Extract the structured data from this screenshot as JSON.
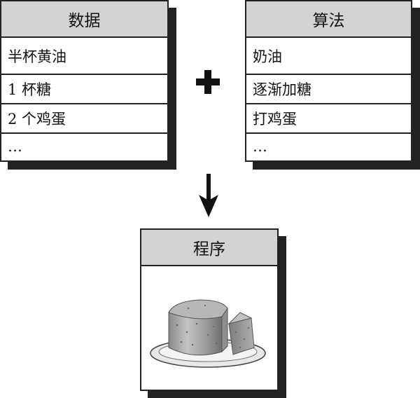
{
  "data_card": {
    "title": "数据",
    "rows": [
      "半杯黄油",
      "1 杯糖",
      "2 个鸡蛋",
      "…"
    ]
  },
  "algorithm_card": {
    "title": "算法",
    "rows": [
      "奶油",
      "逐渐加糖",
      "打鸡蛋",
      "…"
    ]
  },
  "program_card": {
    "title": "程序",
    "image": "cake-icon"
  },
  "connectors": {
    "combine_symbol": "plus-icon",
    "result_symbol": "down-arrow-icon"
  },
  "colors": {
    "header_fill": "#d3d3d3",
    "border": "#222222",
    "shadow": "#222222"
  }
}
